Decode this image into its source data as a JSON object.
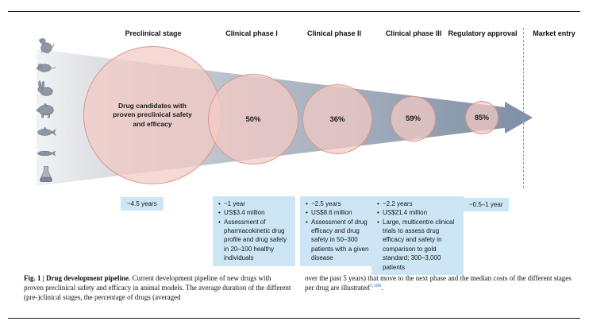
{
  "header": {
    "columns": [
      "Preclinical stage",
      "Clinical phase I",
      "Clinical phase II",
      "Clinical phase III",
      "Regulatory approval",
      "Market entry"
    ]
  },
  "funnel_stages": [
    {
      "label": "Drug candidates with proven preclinical safety and efficacy"
    },
    {
      "label": "50%"
    },
    {
      "label": "36%"
    },
    {
      "label": "59%"
    },
    {
      "label": "85%"
    }
  ],
  "stage_boxes": {
    "preclinical": {
      "duration": "~4.5 years"
    },
    "phase1": {
      "bullets": [
        "~1 year",
        "US$3.4 million",
        "Assessment of pharmacokinetic drug profile and drug safety in 20–100 healthy individuals"
      ]
    },
    "phase2": {
      "bullets": [
        "~2.5 years",
        "US$8.6 million",
        "Assessment of drug efficacy and drug safety in 50–300 patients with a given disease"
      ]
    },
    "phase3": {
      "bullets": [
        "~2.2 years",
        "US$21.4 million",
        "Large, multicentre clinical trials to assess drug efficacy and safety in comparison to gold standard; 300–3,000 patients"
      ]
    },
    "regulatory": {
      "duration": "~0.5–1 year"
    }
  },
  "animal_icons": [
    "monkey-icon",
    "rat-icon",
    "rabbit-icon",
    "pig-icon",
    "fish-icon",
    "zebrafish-icon",
    "flask-icon"
  ],
  "caption": {
    "fig_label": "Fig. 1 | Drug development pipeline.",
    "left_text": " Current development pipeline of new drugs with proven preclinical safety and efficacy in animal models. The average duration of the different (pre-)clinical stages, the percentage of drugs (averaged",
    "right_text": "over the past 5 years) that move to the next phase and the median costs of the different stages per drug are illustrated",
    "reference": "5,180",
    "right_suffix": "."
  },
  "colors": {
    "circle_fill": "#f3cbc5",
    "circle_border": "#db968d",
    "funnel_start": "#f1f2f4",
    "funnel_end": "#7e8ea5",
    "info_box": "#cde6f6",
    "reference_link": "#2077a8"
  }
}
